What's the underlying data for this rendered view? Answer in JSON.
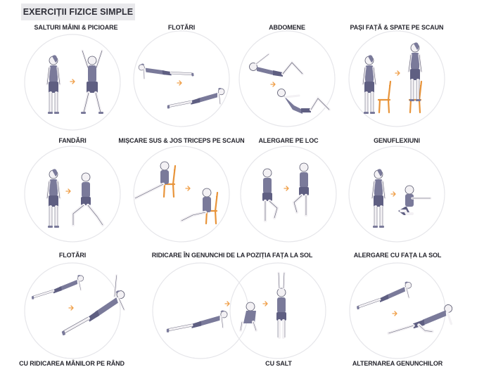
{
  "title": "EXERCIȚII FIZICE SIMPLE",
  "exercises": [
    {
      "label": "SALTURI MÂINI & PICIOARE"
    },
    {
      "label": "FLOTĂRI"
    },
    {
      "label": "ABDOMENE"
    },
    {
      "label": "PAȘI FAȚĂ & SPATE PE SCAUN"
    },
    {
      "label": "FANDĂRI"
    },
    {
      "label": "MIȘCARE SUS & JOS TRICEPS PE SCAUN"
    },
    {
      "label": "ALERGARE PE LOC"
    },
    {
      "label": "GENUFLEXIUNI"
    },
    {
      "label": "FLOTĂRI",
      "sublabel": "CU RIDICAREA MÂNILOR PE RÂND"
    },
    {
      "label": "RIDICARE ÎN GENUNCHI DE LA POZIȚIA FAȚA LA SOL",
      "sublabel": "CU SALT"
    },
    {
      "label": "ALERGARE CU FAȚA LA SOL",
      "sublabel": "ALTERNAREA GENUNCHILOR"
    }
  ],
  "colors": {
    "figure": "#7a7a9a",
    "skin": "#f3f1f4",
    "outline": "#55556b",
    "arrow": "#f0a04a",
    "chair": "#e8943a",
    "circle": "#e6e6ea",
    "title_bg": "#e9e9ec"
  },
  "icons": [
    "right-arrow-icon",
    "chair-icon",
    "exercise-figure-icon"
  ]
}
